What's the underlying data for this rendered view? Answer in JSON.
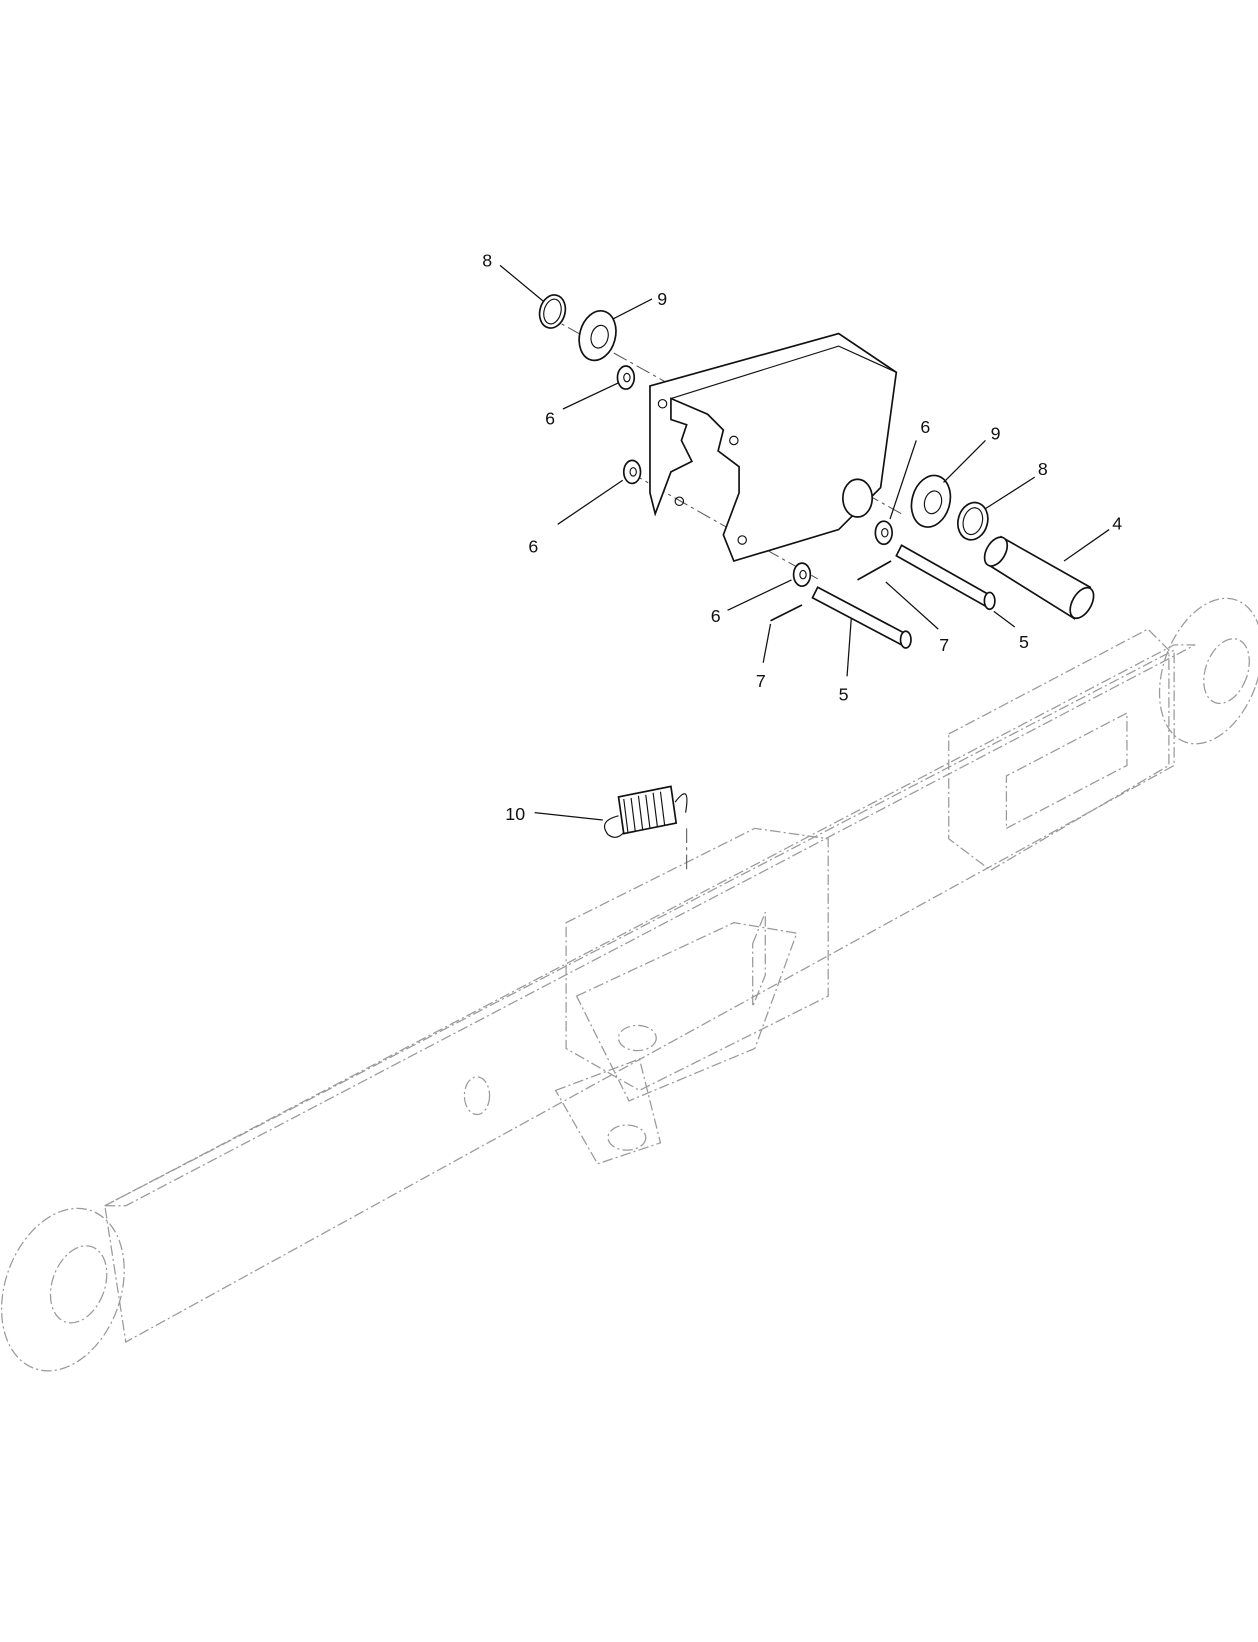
{
  "diagram": {
    "callouts": [
      {
        "label": "8"
      },
      {
        "label": "9"
      },
      {
        "label": "6"
      },
      {
        "label": "6"
      },
      {
        "label": "6"
      },
      {
        "label": "9"
      },
      {
        "label": "8"
      },
      {
        "label": "4"
      },
      {
        "label": "6"
      },
      {
        "label": "7"
      },
      {
        "label": "5"
      },
      {
        "label": "7"
      },
      {
        "label": "5"
      },
      {
        "label": "10"
      }
    ]
  }
}
